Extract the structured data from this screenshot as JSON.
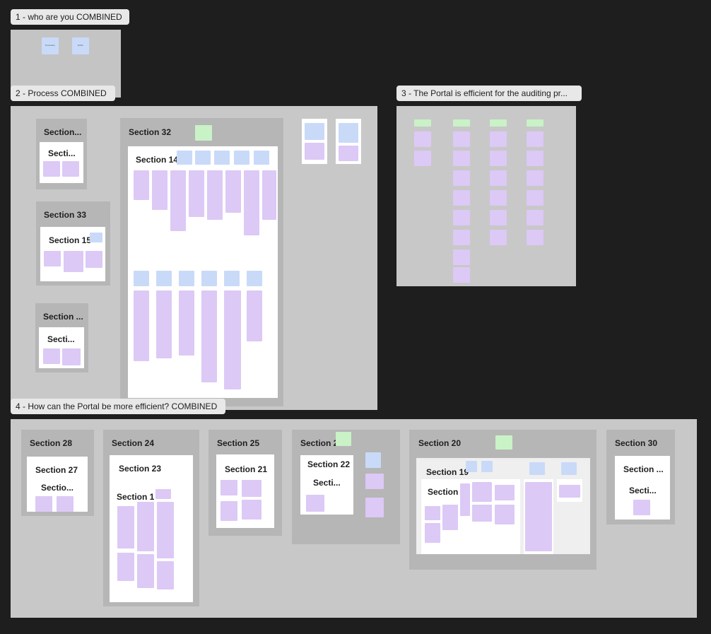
{
  "frames": {
    "f1": {
      "title": "1 - who are you COMBINED",
      "stickies": [
        "Procedure",
        "EOSs"
      ]
    },
    "f2": {
      "title": "2 - Process COMBINED"
    },
    "f3": {
      "title": "3 - The Portal is efficient for the auditing pr..."
    },
    "f4": {
      "title": "4 - How can the Portal be more efficient? COMBINED"
    }
  },
  "sections": {
    "s_a": "Section...",
    "s_a_inner": "Secti...",
    "s33": "Section 33",
    "s15": "Section 15",
    "s_b": "Section ...",
    "s_b_inner": "Secti...",
    "s32": "Section 32",
    "s14": "Section 14",
    "s28": "Section 28",
    "s27": "Section 27",
    "s27_inner": "Sectio...",
    "s24": "Section 24",
    "s23": "Section 23",
    "s1": "Section 1",
    "s25": "Section 25",
    "s21": "Section 21",
    "s26": "Section 26",
    "s22": "Section 22",
    "s22_inner": "Secti...",
    "s20": "Section 20",
    "s19": "Section 19",
    "s4": "Section 4",
    "s30": "Section 30",
    "s30_sub": "Section ...",
    "s30_inner": "Secti..."
  }
}
